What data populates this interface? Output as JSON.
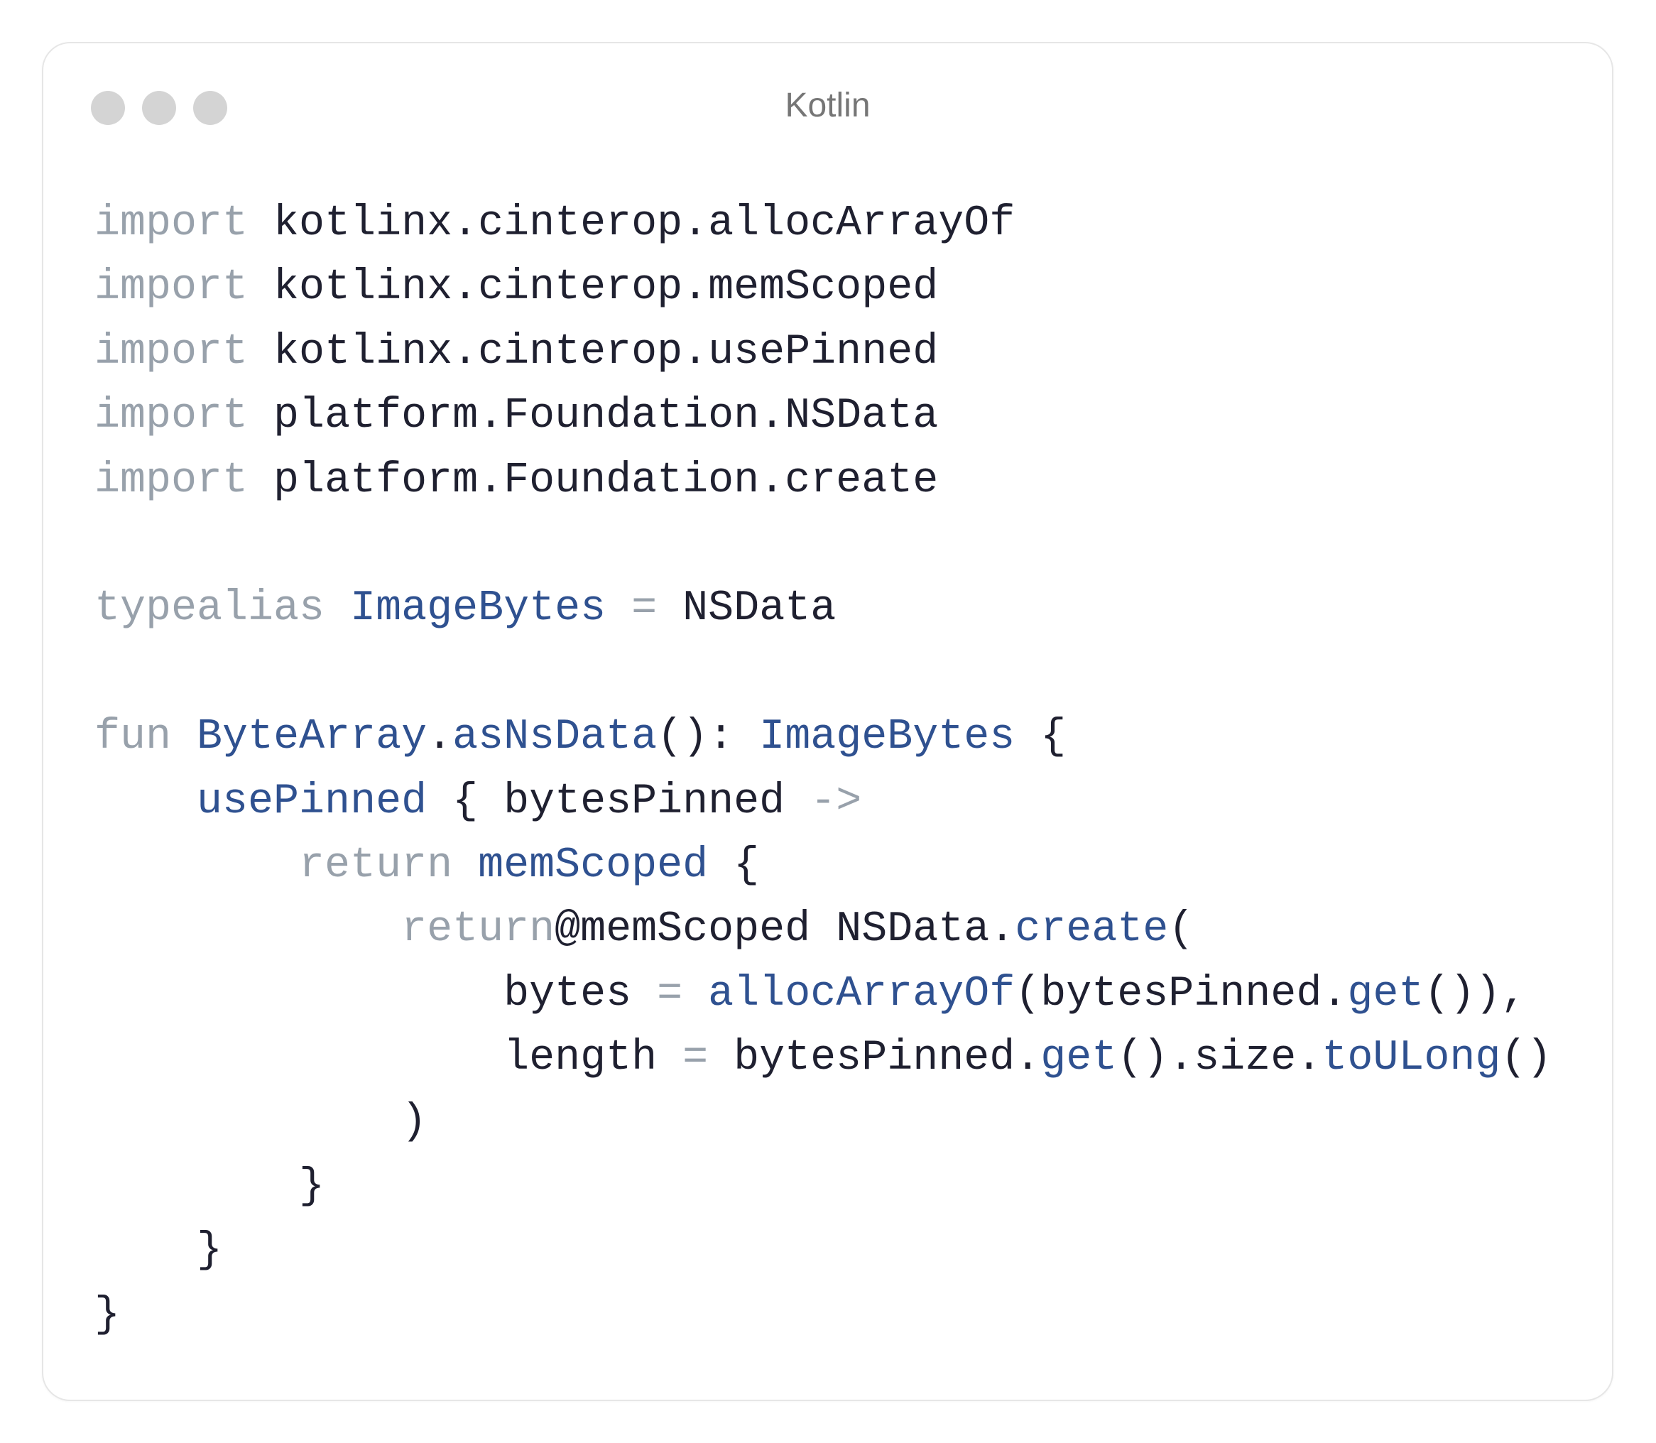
{
  "window": {
    "title": "Kotlin",
    "controls": [
      {
        "name": "window-dot-1",
        "color": "#d4d4d4"
      },
      {
        "name": "window-dot-2",
        "color": "#d4d4d4"
      },
      {
        "name": "window-dot-3",
        "color": "#d4d4d4"
      }
    ]
  },
  "theme": {
    "keyword_color": "#98a1ab",
    "function_color": "#2f5190",
    "text_color": "#1f2030",
    "title_color": "#767676",
    "border_color": "#e6e6e6"
  },
  "code": {
    "language": "Kotlin",
    "lines": [
      [
        {
          "t": "kw",
          "v": "import"
        },
        {
          "t": "tx",
          "v": " kotlinx.cinterop.allocArrayOf"
        }
      ],
      [
        {
          "t": "kw",
          "v": "import"
        },
        {
          "t": "tx",
          "v": " kotlinx.cinterop.memScoped"
        }
      ],
      [
        {
          "t": "kw",
          "v": "import"
        },
        {
          "t": "tx",
          "v": " kotlinx.cinterop.usePinned"
        }
      ],
      [
        {
          "t": "kw",
          "v": "import"
        },
        {
          "t": "tx",
          "v": " platform.Foundation.NSData"
        }
      ],
      [
        {
          "t": "kw",
          "v": "import"
        },
        {
          "t": "tx",
          "v": " platform.Foundation.create"
        }
      ],
      [],
      [
        {
          "t": "kw",
          "v": "typealias"
        },
        {
          "t": "tx",
          "v": " "
        },
        {
          "t": "fn",
          "v": "ImageBytes"
        },
        {
          "t": "tx",
          "v": " "
        },
        {
          "t": "kw",
          "v": "="
        },
        {
          "t": "tx",
          "v": " NSData"
        }
      ],
      [],
      [
        {
          "t": "kw",
          "v": "fun"
        },
        {
          "t": "tx",
          "v": " "
        },
        {
          "t": "fn",
          "v": "ByteArray"
        },
        {
          "t": "tx",
          "v": "."
        },
        {
          "t": "fn",
          "v": "asNsData"
        },
        {
          "t": "tx",
          "v": "(): "
        },
        {
          "t": "fn",
          "v": "ImageBytes"
        },
        {
          "t": "tx",
          "v": " {"
        }
      ],
      [
        {
          "t": "tx",
          "v": "    "
        },
        {
          "t": "fn",
          "v": "usePinned"
        },
        {
          "t": "tx",
          "v": " { bytesPinned "
        },
        {
          "t": "kw",
          "v": "->"
        }
      ],
      [
        {
          "t": "tx",
          "v": "        "
        },
        {
          "t": "kw",
          "v": "return"
        },
        {
          "t": "tx",
          "v": " "
        },
        {
          "t": "fn",
          "v": "memScoped"
        },
        {
          "t": "tx",
          "v": " {"
        }
      ],
      [
        {
          "t": "tx",
          "v": "            "
        },
        {
          "t": "kw",
          "v": "return"
        },
        {
          "t": "tx",
          "v": "@memScoped NSData."
        },
        {
          "t": "fn",
          "v": "create"
        },
        {
          "t": "tx",
          "v": "("
        }
      ],
      [
        {
          "t": "tx",
          "v": "                bytes "
        },
        {
          "t": "kw",
          "v": "="
        },
        {
          "t": "tx",
          "v": " "
        },
        {
          "t": "fn",
          "v": "allocArrayOf"
        },
        {
          "t": "tx",
          "v": "(bytesPinned."
        },
        {
          "t": "fn",
          "v": "get"
        },
        {
          "t": "tx",
          "v": "()),"
        }
      ],
      [
        {
          "t": "tx",
          "v": "                length "
        },
        {
          "t": "kw",
          "v": "="
        },
        {
          "t": "tx",
          "v": " bytesPinned."
        },
        {
          "t": "fn",
          "v": "get"
        },
        {
          "t": "tx",
          "v": "().size."
        },
        {
          "t": "fn",
          "v": "toULong"
        },
        {
          "t": "tx",
          "v": "()"
        }
      ],
      [
        {
          "t": "tx",
          "v": "            )"
        }
      ],
      [
        {
          "t": "tx",
          "v": "        }"
        }
      ],
      [
        {
          "t": "tx",
          "v": "    }"
        }
      ],
      [
        {
          "t": "tx",
          "v": "}"
        }
      ]
    ]
  }
}
